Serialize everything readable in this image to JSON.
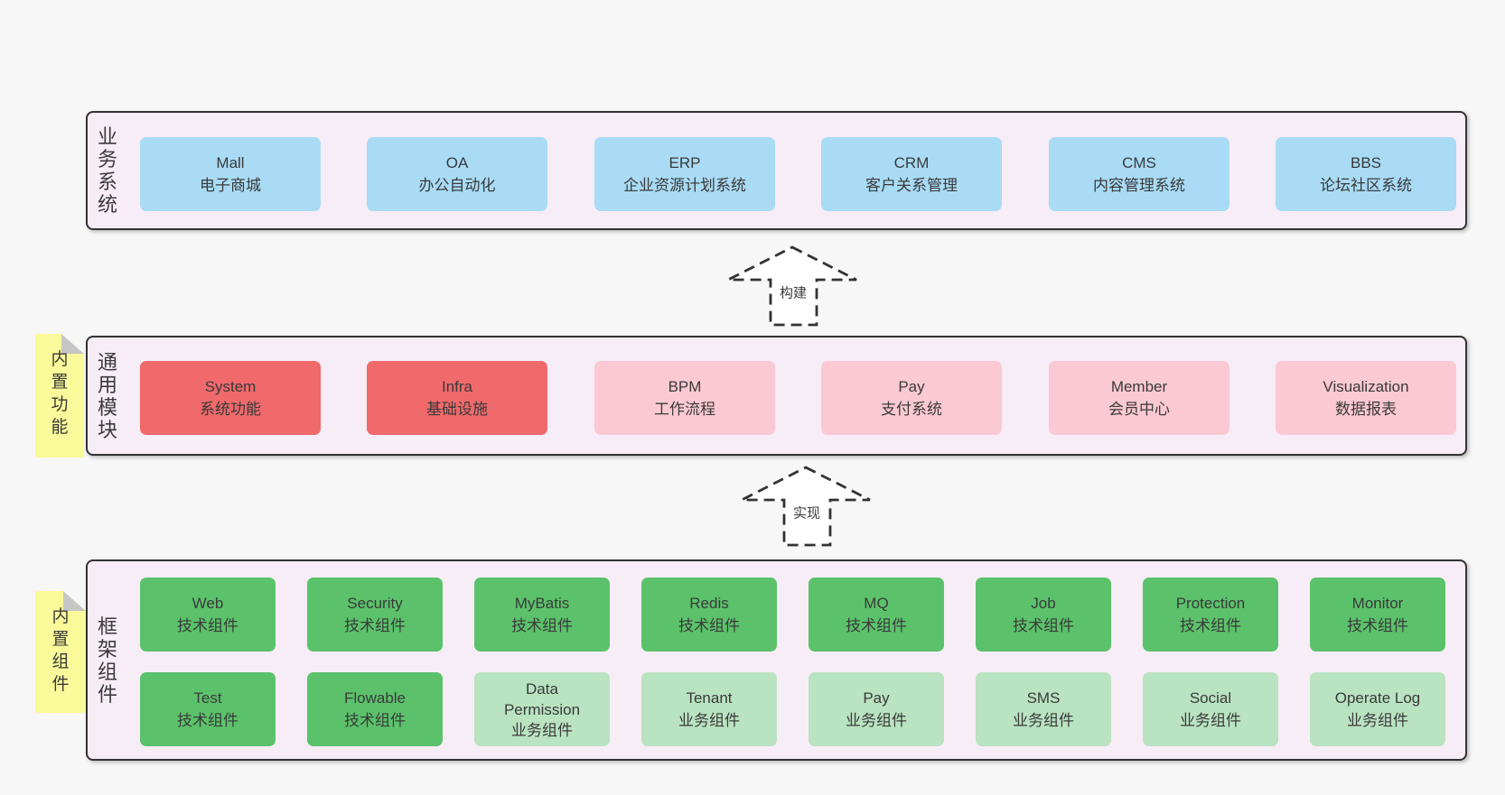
{
  "colors": {
    "page_bg": "#f7f7f7",
    "band_bg": "#f7edf6",
    "band_border": "#333333",
    "business_box": "#a9dbf5",
    "core_box": "#f0696b",
    "optional_box": "#fbc9d3",
    "tech_box": "#5bc26b",
    "biz_box": "#b9e3c1",
    "note_bg": "#fafa9a",
    "note_fold": "#c6c6c6",
    "text": "#3a3a3a"
  },
  "bands": [
    {
      "id": "business-systems",
      "label": "业务系统",
      "note": null,
      "rows": [
        [
          {
            "lines": [
              "Mall",
              "电子商城"
            ],
            "variant": "blue"
          },
          {
            "lines": [
              "OA",
              "办公自动化"
            ],
            "variant": "blue"
          },
          {
            "lines": [
              "ERP",
              "企业资源计划系统"
            ],
            "variant": "blue"
          },
          {
            "lines": [
              "CRM",
              "客户关系管理"
            ],
            "variant": "blue"
          },
          {
            "lines": [
              "CMS",
              "内容管理系统"
            ],
            "variant": "blue"
          },
          {
            "lines": [
              "BBS",
              "论坛社区系统"
            ],
            "variant": "blue"
          }
        ]
      ]
    },
    {
      "id": "common-modules",
      "label": "通用模块",
      "note": "内置功能",
      "rows": [
        [
          {
            "lines": [
              "System",
              "系统功能"
            ],
            "variant": "red"
          },
          {
            "lines": [
              "Infra",
              "基础设施"
            ],
            "variant": "red"
          },
          {
            "lines": [
              "BPM",
              "工作流程"
            ],
            "variant": "pink"
          },
          {
            "lines": [
              "Pay",
              "支付系统"
            ],
            "variant": "pink"
          },
          {
            "lines": [
              "Member",
              "会员中心"
            ],
            "variant": "pink"
          },
          {
            "lines": [
              "Visualization",
              "数据报表"
            ],
            "variant": "pink"
          }
        ]
      ]
    },
    {
      "id": "framework-components",
      "label": "框架组件",
      "note": "内置组件",
      "rows": [
        [
          {
            "lines": [
              "Web",
              "技术组件"
            ],
            "variant": "green"
          },
          {
            "lines": [
              "Security",
              "技术组件"
            ],
            "variant": "green"
          },
          {
            "lines": [
              "MyBatis",
              "技术组件"
            ],
            "variant": "green"
          },
          {
            "lines": [
              "Redis",
              "技术组件"
            ],
            "variant": "green"
          },
          {
            "lines": [
              "MQ",
              "技术组件"
            ],
            "variant": "green"
          },
          {
            "lines": [
              "Job",
              "技术组件"
            ],
            "variant": "green"
          },
          {
            "lines": [
              "Protection",
              "技术组件"
            ],
            "variant": "green"
          },
          {
            "lines": [
              "Monitor",
              "技术组件"
            ],
            "variant": "green"
          }
        ],
        [
          {
            "lines": [
              "Test",
              "技术组件"
            ],
            "variant": "green"
          },
          {
            "lines": [
              "Flowable",
              "技术组件"
            ],
            "variant": "green"
          },
          {
            "lines": [
              "Data",
              "Permission",
              "业务组件"
            ],
            "variant": "lightgreen"
          },
          {
            "lines": [
              "Tenant",
              "业务组件"
            ],
            "variant": "lightgreen"
          },
          {
            "lines": [
              "Pay",
              "业务组件"
            ],
            "variant": "lightgreen"
          },
          {
            "lines": [
              "SMS",
              "业务组件"
            ],
            "variant": "lightgreen"
          },
          {
            "lines": [
              "Social",
              "业务组件"
            ],
            "variant": "lightgreen"
          },
          {
            "lines": [
              "Operate Log",
              "业务组件"
            ],
            "variant": "lightgreen"
          }
        ]
      ]
    }
  ],
  "arrows": [
    {
      "label": "构建"
    },
    {
      "label": "实现"
    }
  ]
}
